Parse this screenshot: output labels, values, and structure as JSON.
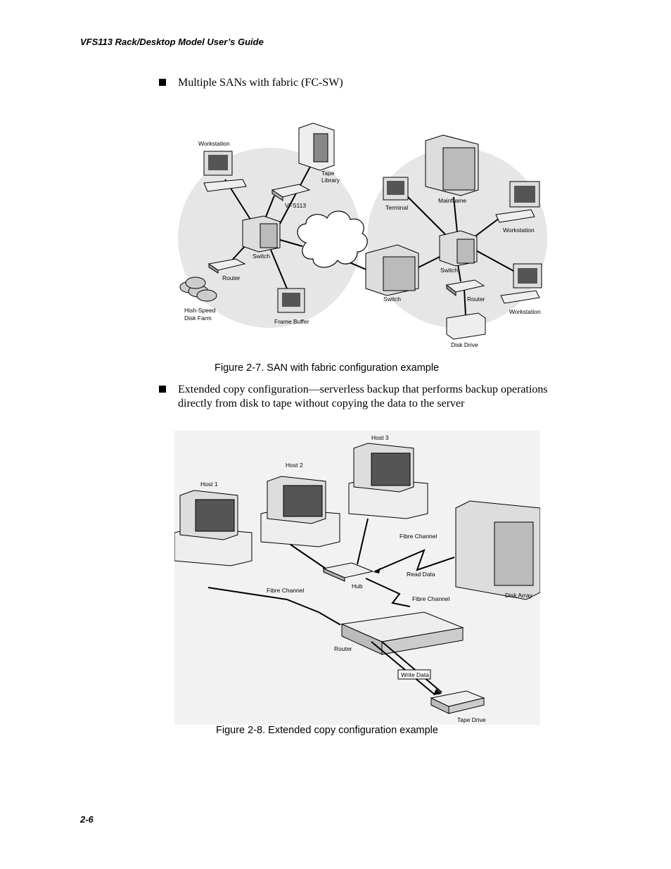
{
  "header": {
    "title": "VFS113 Rack/Desktop Model User’s Guide"
  },
  "bullets": [
    {
      "text": "Multiple SANs with fabric (FC-SW)"
    },
    {
      "line1": "Extended copy configuration—serverless backup that performs backup operations",
      "line2": "directly from disk to tape without copying the data to the server"
    }
  ],
  "figure1": {
    "caption": "Figure 2-7. SAN with fabric configuration example",
    "labels": {
      "workstation_a": "Workstation",
      "tape_library_1": "Tape",
      "tape_library_2": "Library",
      "vfs113": "VFS113",
      "switch_a": "Switch",
      "router_a": "Router",
      "disk_farm_1": "Hish-Speed",
      "disk_farm_2": "Disk Farm",
      "frame_buffer": "Frame Buffer",
      "terminal": "Terminal",
      "mainframe": "Mainframe",
      "workstation_b": "Workstation",
      "switch_b": "Switch",
      "switch_c": "Switch",
      "router_b": "Router",
      "workstation_c": "Workstation",
      "disk_drive": "Disk Drive"
    }
  },
  "figure2": {
    "caption": "Figure 2-8. Extended copy configuration example",
    "labels": {
      "host1": "Host 1",
      "host2": "Host 2",
      "host3": "Host 3",
      "fibre_channel_top": "Fibre Channel",
      "read_data": "Read Data",
      "hub": "Hub",
      "disk_array": "Disk Array",
      "fibre_channel_left": "Fibre Channel",
      "fibre_channel_right": "Fibre Channel",
      "router": "Router",
      "write_data": "Write Data",
      "tape_drive": "Tape Drive"
    }
  },
  "footer": {
    "page_number": "2-6"
  }
}
